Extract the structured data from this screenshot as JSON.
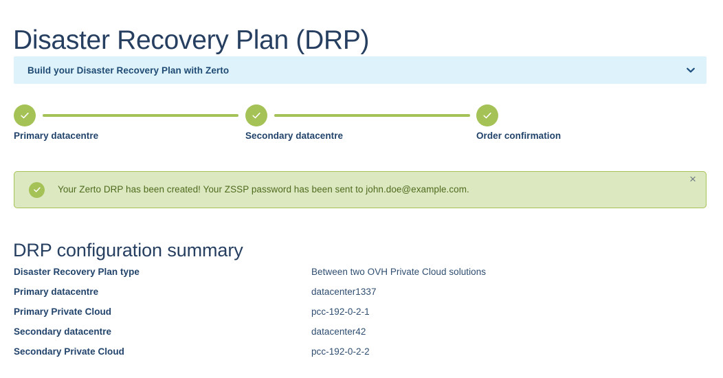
{
  "page": {
    "title": "Disaster Recovery Plan (DRP)"
  },
  "accordion": {
    "title": "Build your Disaster Recovery Plan with Zerto",
    "chevron_icon": "chevron-down-icon",
    "background_color": "#ddf2fb",
    "text_color": "#1f4a73"
  },
  "stepper": {
    "accent_color": "#a5c256",
    "steps": [
      {
        "label": "Primary datacentre",
        "state": "complete",
        "icon": "check-icon"
      },
      {
        "label": "Secondary datacentre",
        "state": "complete",
        "icon": "check-icon"
      },
      {
        "label": "Order confirmation",
        "state": "complete",
        "icon": "check-icon"
      }
    ]
  },
  "alert": {
    "icon": "check-circle-icon",
    "message": "Your Zerto DRP has been created! Your ZSSP password has been sent to john.doe@example.com.",
    "close_label": "×",
    "background_color": "#dce8bf",
    "border_color": "#a5c256",
    "text_color": "#4e6a1f"
  },
  "summary": {
    "title": "DRP configuration summary",
    "rows": [
      {
        "label": "Disaster Recovery Plan type",
        "value": "Between two OVH Private Cloud solutions"
      },
      {
        "label": "Primary datacentre",
        "value": "datacenter1337"
      },
      {
        "label": "Primary Private Cloud",
        "value": "pcc-192-0-2-1"
      },
      {
        "label": "Secondary datacentre",
        "value": "datacenter42"
      },
      {
        "label": "Secondary Private Cloud",
        "value": "pcc-192-0-2-2"
      }
    ]
  }
}
